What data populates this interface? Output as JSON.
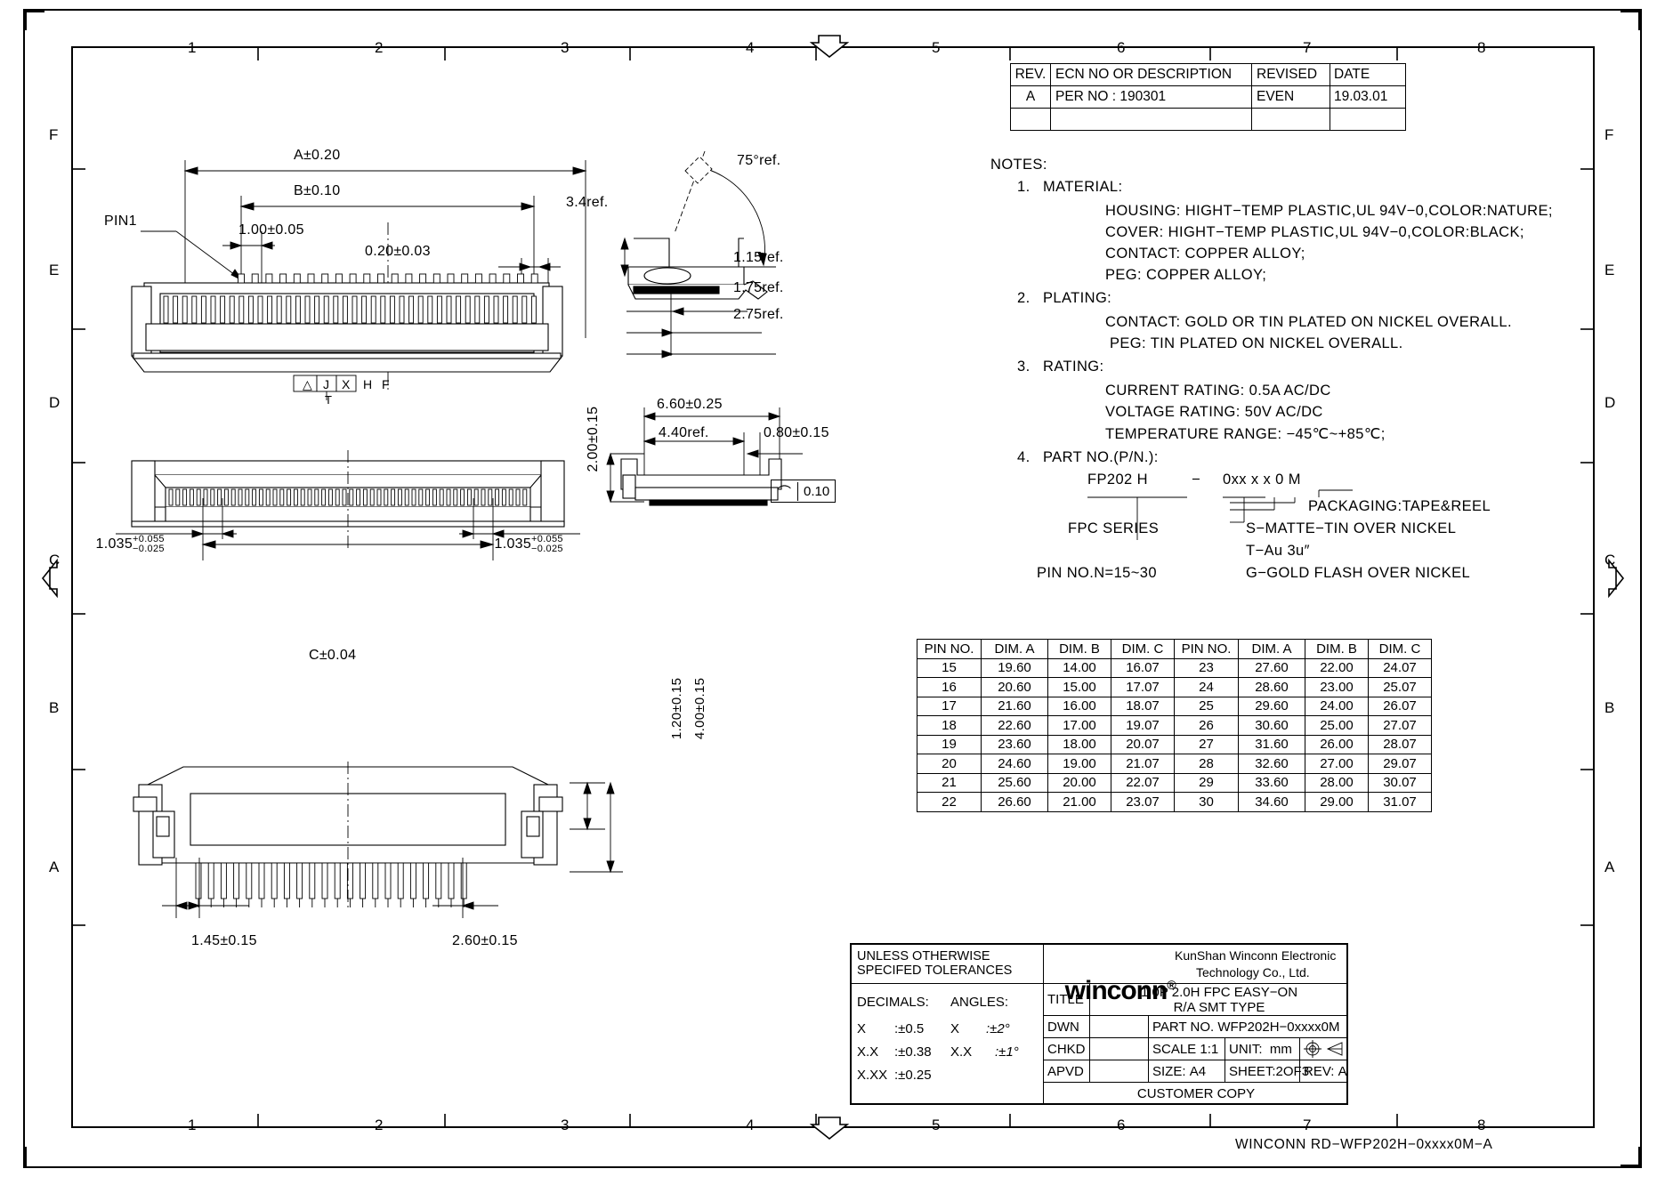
{
  "sheet": {
    "zone_numbers_top": [
      "1",
      "2",
      "3",
      "4",
      "5",
      "6",
      "7",
      "8"
    ],
    "zone_numbers_bottom": [
      "1",
      "2",
      "3",
      "4",
      "5",
      "6",
      "7",
      "8"
    ],
    "zone_letters_left": [
      "F",
      "E",
      "D",
      "C",
      "B",
      "A"
    ],
    "zone_letters_right": [
      "F",
      "E",
      "D",
      "C",
      "B",
      "A"
    ],
    "footer": "WINCONN RD−WFP202H−0xxxx0M−A"
  },
  "revision_table": {
    "headers": [
      "REV.",
      "ECN NO OR DESCRIPTION",
      "REVISED",
      "DATE"
    ],
    "rows": [
      {
        "rev": "A",
        "desc": "PER NO : 190301",
        "revised": "EVEN",
        "date": "19.03.01"
      },
      {
        "rev": "",
        "desc": "",
        "revised": "",
        "date": ""
      }
    ]
  },
  "notes": {
    "heading": "NOTES:",
    "items": [
      {
        "num": "1.",
        "title": "MATERIAL:",
        "lines": [
          "HOUSING: HIGHT−TEMP PLASTIC,UL 94V−0,COLOR:NATURE;",
          "COVER: HIGHT−TEMP PLASTIC,UL 94V−0,COLOR:BLACK;",
          "CONTACT: COPPER ALLOY;",
          "PEG: COPPER ALLOY;"
        ]
      },
      {
        "num": "2.",
        "title": "PLATING:",
        "lines": [
          "CONTACT: GOLD OR TIN PLATED ON NICKEL OVERALL.",
          " PEG: TIN PLATED ON NICKEL OVERALL."
        ]
      },
      {
        "num": "3.",
        "title": "RATING:",
        "lines": [
          "CURRENT RATING: 0.5A AC/DC",
          "VOLTAGE RATING: 50V AC/DC",
          "TEMPERATURE RANGE: −45℃~+85℃;"
        ]
      },
      {
        "num": "4.",
        "title": "PART NO.(P/N.):",
        "lines": []
      }
    ]
  },
  "part_number_breakdown": {
    "code": "FP202 H",
    "dash": "−",
    "suffix": "0xx x x 0 M",
    "callouts": [
      "PACKAGING:TAPE&REEL",
      "S−MATTE−TIN OVER NICKEL",
      "T−Au 3u″",
      "G−GOLD FLASH OVER NICKEL"
    ],
    "series_label": "FPC SERIES",
    "pin_label": "PIN NO.N=15~30"
  },
  "dimensions": {
    "top_view": {
      "overall_a": "A±0.20",
      "overall_b": "B±0.10",
      "pitch": "1.00±0.05",
      "contact_width": "0.20±0.03",
      "pin1": "PIN1",
      "marking": [
        "△",
        "J",
        "X",
        "H",
        "F",
        "T"
      ]
    },
    "side_view": {
      "angle": "75°ref.",
      "height": "3.4ref.",
      "ref_1": "1.15ref.",
      "ref_2": "1.75ref.",
      "ref_3": "2.75ref."
    },
    "front_view": {
      "left_offset": "1.035",
      "left_tol_up": "+0.055",
      "left_tol_dn": "−0.025",
      "right_offset": "1.035",
      "right_tol_up": "+0.055",
      "right_tol_dn": "−0.025",
      "span_c": "C±0.04"
    },
    "profile_view": {
      "length": "6.60±0.25",
      "inner": "4.40ref.",
      "tail": "0.80±0.15",
      "height": "2.00±0.15",
      "flatness_symbol": "⌒",
      "flatness_value": "0.10"
    },
    "bottom_view": {
      "peg_a": "1.45±0.15",
      "peg_b": "2.60±0.15",
      "depth_1": "1.20±0.15",
      "depth_2": "4.00±0.15"
    }
  },
  "pin_table": {
    "headers": [
      "PIN NO.",
      "DIM. A",
      "DIM. B",
      "DIM. C"
    ],
    "left_rows": [
      [
        "15",
        "19.60",
        "14.00",
        "16.07"
      ],
      [
        "16",
        "20.60",
        "15.00",
        "17.07"
      ],
      [
        "17",
        "21.60",
        "16.00",
        "18.07"
      ],
      [
        "18",
        "22.60",
        "17.00",
        "19.07"
      ],
      [
        "19",
        "23.60",
        "18.00",
        "20.07"
      ],
      [
        "20",
        "24.60",
        "19.00",
        "21.07"
      ],
      [
        "21",
        "25.60",
        "20.00",
        "22.07"
      ],
      [
        "22",
        "26.60",
        "21.00",
        "23.07"
      ]
    ],
    "right_rows": [
      [
        "23",
        "27.60",
        "22.00",
        "24.07"
      ],
      [
        "24",
        "28.60",
        "23.00",
        "25.07"
      ],
      [
        "25",
        "29.60",
        "24.00",
        "26.07"
      ],
      [
        "26",
        "30.60",
        "25.00",
        "27.07"
      ],
      [
        "27",
        "31.60",
        "26.00",
        "28.07"
      ],
      [
        "28",
        "32.60",
        "27.00",
        "29.07"
      ],
      [
        "29",
        "33.60",
        "28.00",
        "30.07"
      ],
      [
        "30",
        "34.60",
        "29.00",
        "31.07"
      ]
    ]
  },
  "title_block": {
    "tolerance_heading_1": "UNLESS OTHERWISE",
    "tolerance_heading_2": "SPECIFED TOLERANCES",
    "decimals_label": "DECIMALS:",
    "angles_label": "ANGLES:",
    "tol_rows": [
      {
        "d_name": "X",
        "d_val": ":±0.5",
        "a_name": "X",
        "a_val": ":±2°"
      },
      {
        "d_name": "X.X",
        "d_val": ":±0.38",
        "a_name": "X.X",
        "a_val": ":±1°"
      },
      {
        "d_name": "X.XX",
        "d_val": ":±0.25",
        "a_name": "",
        "a_val": ""
      }
    ],
    "logo": "winconn",
    "logo_mark": "®",
    "company_1": "KunShan Winconn Electronic",
    "company_2": "Technology Co., Ltd.",
    "title_label": "TITLE",
    "title_1": "1.0P 2.0H FPC EASY−ON",
    "title_2": "R/A SMT TYPE",
    "dwn_label": "DWN",
    "dwn_value": "",
    "chkd_label": "CHKD",
    "chkd_value": "",
    "apvd_label": "APVD",
    "apvd_value": "",
    "part_no_label": "PART NO.",
    "part_no_value": "WFP202H−0xxxx0M",
    "scale_label": "SCALE",
    "scale_value": "1:1",
    "unit_label": "UNIT:",
    "unit_value": "mm",
    "size_label": "SIZE:",
    "size_value": "A4",
    "sheet_label": "SHEET:",
    "sheet_value": "2OF3",
    "rev_label": "REV:",
    "rev_value": "A",
    "customer_copy": "CUSTOMER COPY"
  }
}
